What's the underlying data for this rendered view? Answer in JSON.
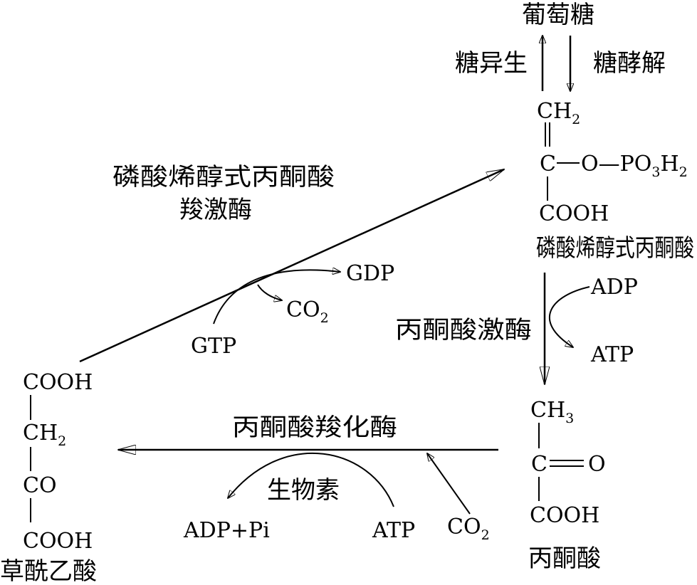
{
  "compounds": {
    "glucose": "葡萄糖",
    "pep_name": "磷酸烯醇式丙酮酸",
    "pyruvate_name": "丙酮酸",
    "oxaloacetate_name": "草酰乙酸"
  },
  "processes": {
    "gluconeogenesis": "糖异生",
    "glycolysis": "糖酵解"
  },
  "enzymes": {
    "pepck_line1": "磷酸烯醇式丙酮酸",
    "pepck_line2": "羧激酶",
    "pyruvate_kinase": "丙酮酸激酶",
    "pyruvate_carboxylase": "丙酮酸羧化酶",
    "biotin": "生物素"
  },
  "pep_structure": {
    "ch2": "CH",
    "ch2_sub": "2",
    "c": "C",
    "o_po3h2": "O—PO",
    "po3_sub": "3",
    "h2": "H",
    "h2_sub": "2",
    "cooh": "COOH"
  },
  "pyruvate_structure": {
    "ch3": "CH",
    "ch3_sub": "3",
    "c": "C",
    "o": "O",
    "cooh": "COOH"
  },
  "oxaloacetate_structure": {
    "cooh_top": "COOH",
    "ch2": "CH",
    "ch2_sub": "2",
    "co": "CO",
    "cooh_bottom": "COOH"
  },
  "cofactors": {
    "gdp": "GDP",
    "co2_pepck": "CO",
    "co2_pepck_sub": "2",
    "gtp": "GTP",
    "adp_pk": "ADP",
    "atp_pk": "ATP",
    "adp_pi": "ADP+Pi",
    "atp_pc": "ATP",
    "co2_pc": "CO",
    "co2_pc_sub": "2"
  }
}
